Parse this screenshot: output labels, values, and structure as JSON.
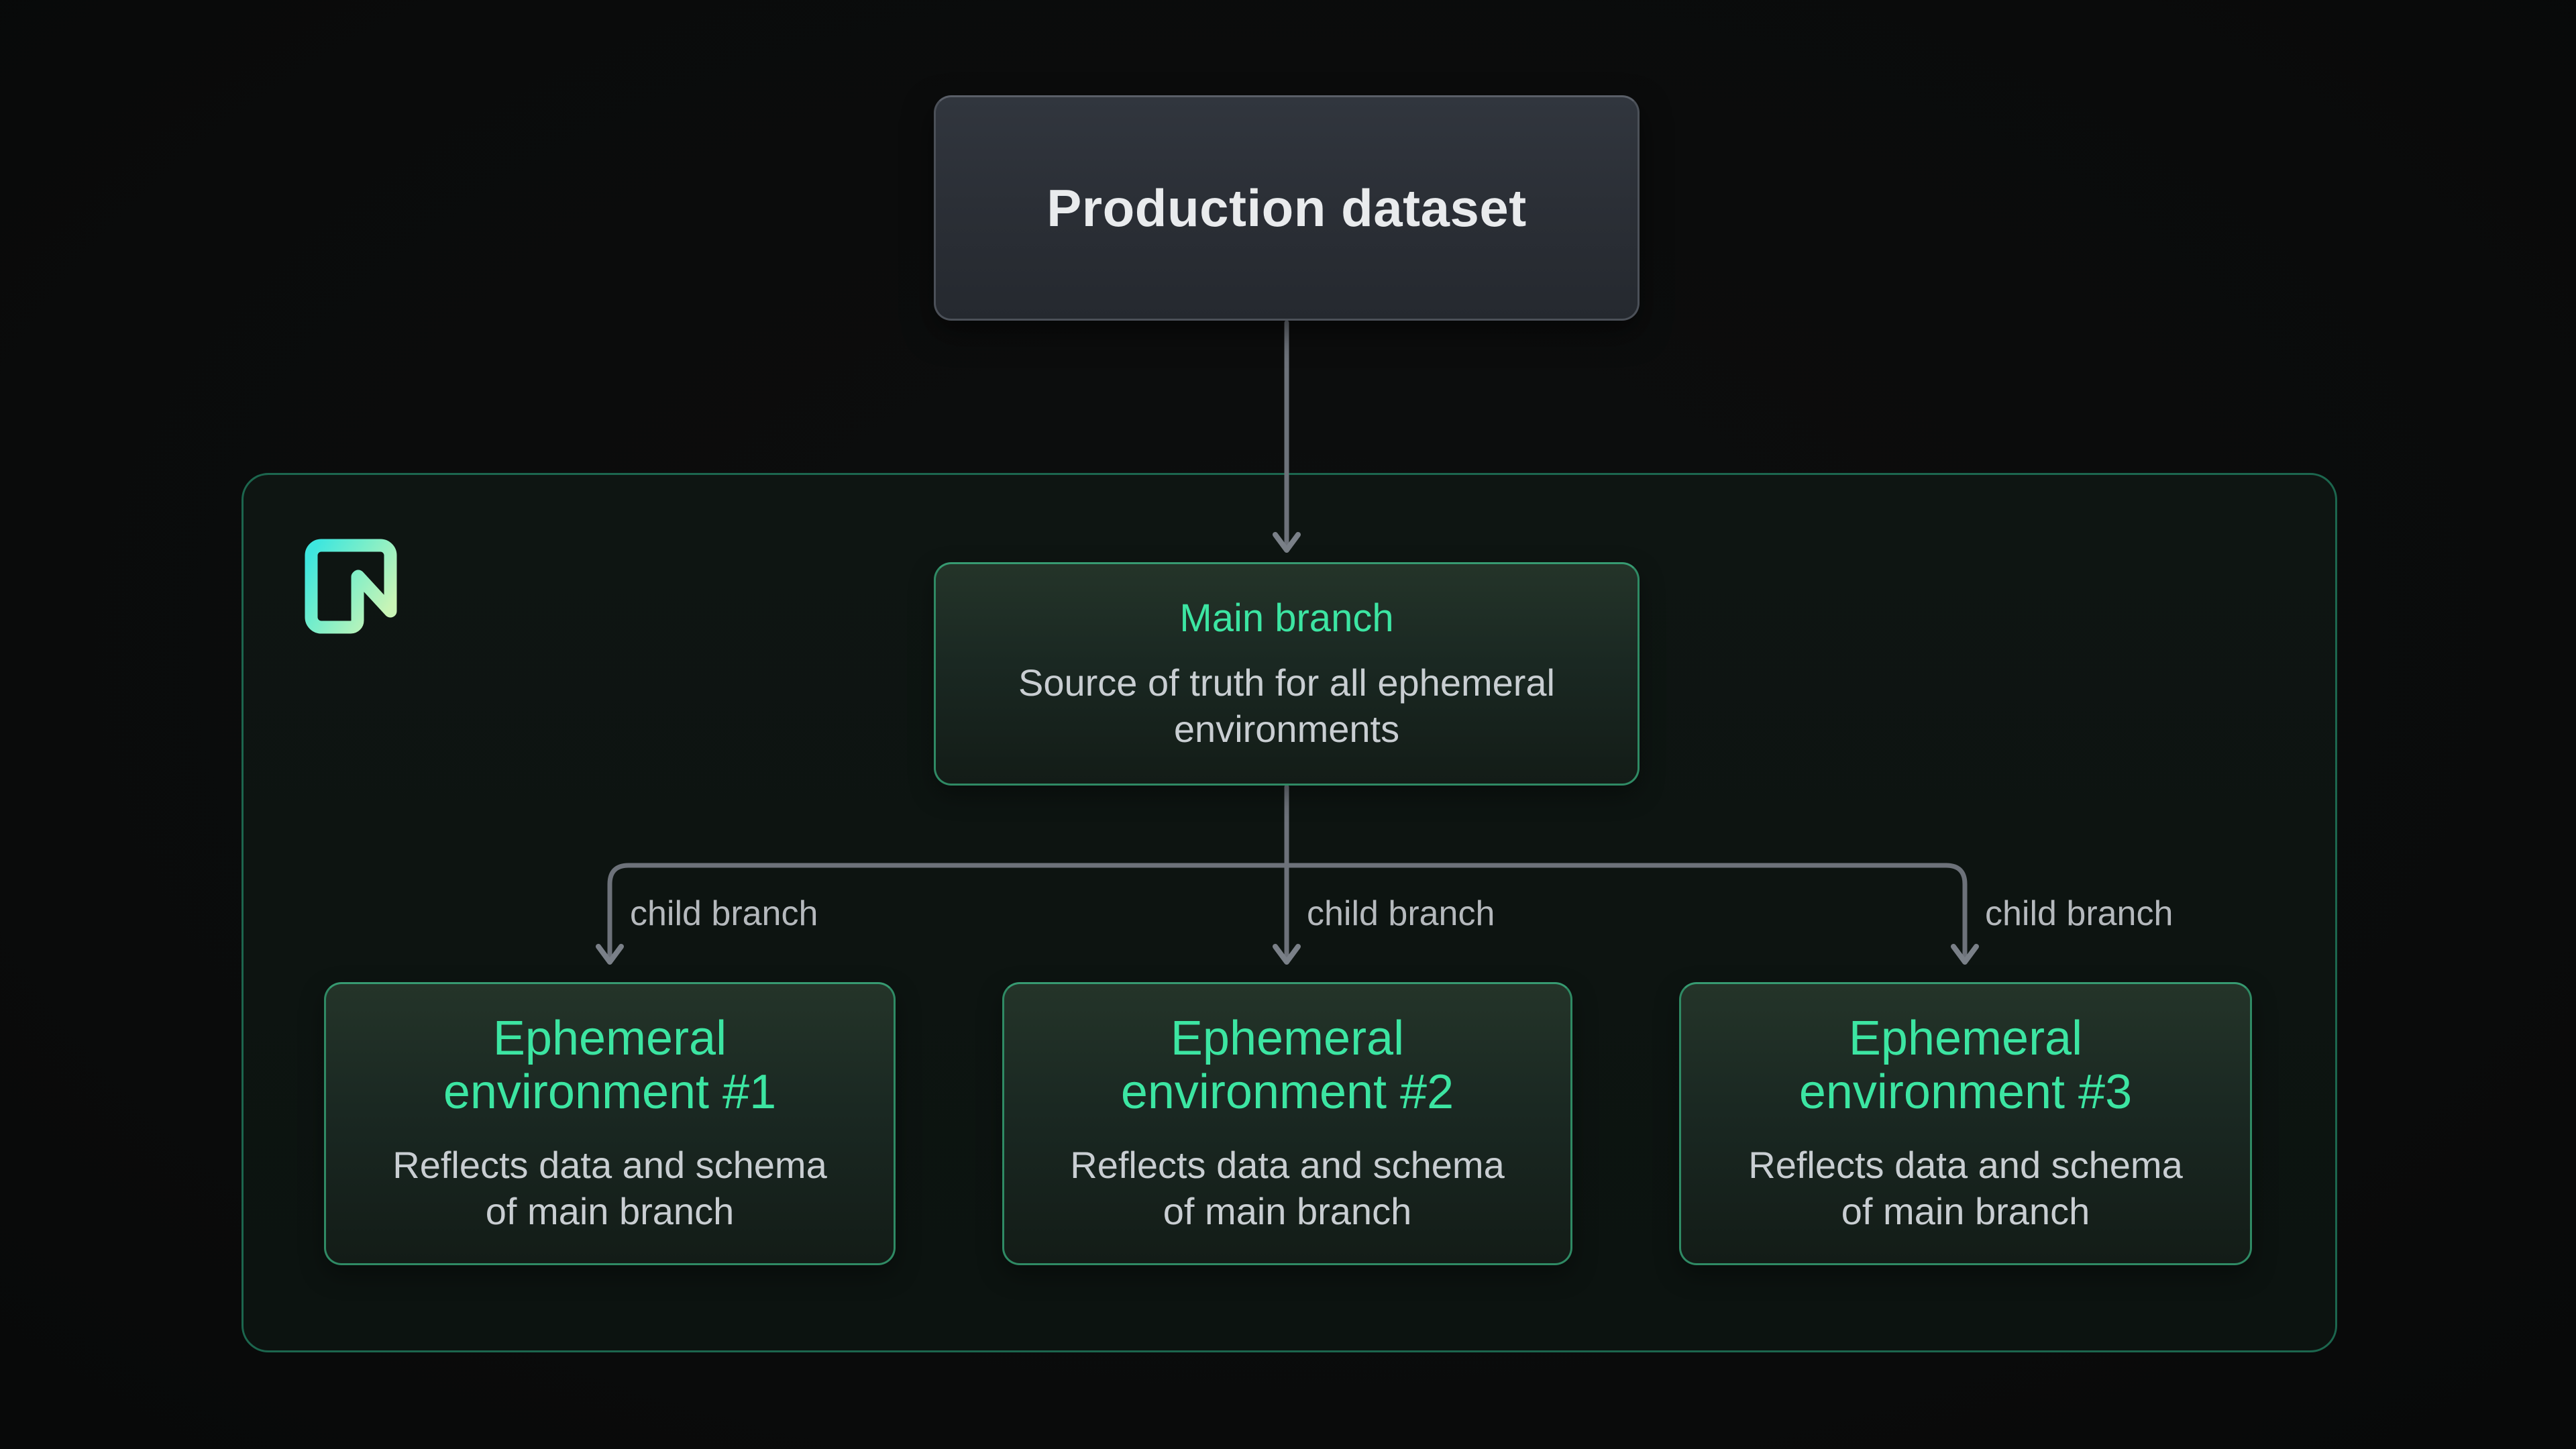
{
  "page": {
    "background": "#0b0c0c"
  },
  "logo": {
    "icon": "neon-logo",
    "gradient": [
      "#3ee6de",
      "#7beec9",
      "#c9f4b6"
    ]
  },
  "nodes": {
    "production": {
      "title": "Production dataset"
    },
    "main_branch": {
      "title": "Main branch",
      "subtitle": "Source of truth for all ephemeral environments"
    },
    "environments": [
      {
        "title": "Ephemeral environment #1",
        "subtitle": "Reflects data and schema of main branch"
      },
      {
        "title": "Ephemeral environment #2",
        "subtitle": "Reflects data and schema of main branch"
      },
      {
        "title": "Ephemeral environment #3",
        "subtitle": "Reflects data and schema of main branch"
      }
    ]
  },
  "edges": {
    "labels": [
      "child branch",
      "child branch",
      "child branch"
    ]
  },
  "colors": {
    "accent_green": "#3ce5a2",
    "node_border_green": "#2f8a64",
    "container_border": "#1c664e",
    "connector_gray": "#6d727a",
    "subtitle_text": "#c9ced2",
    "production_text": "#e9ebed"
  }
}
